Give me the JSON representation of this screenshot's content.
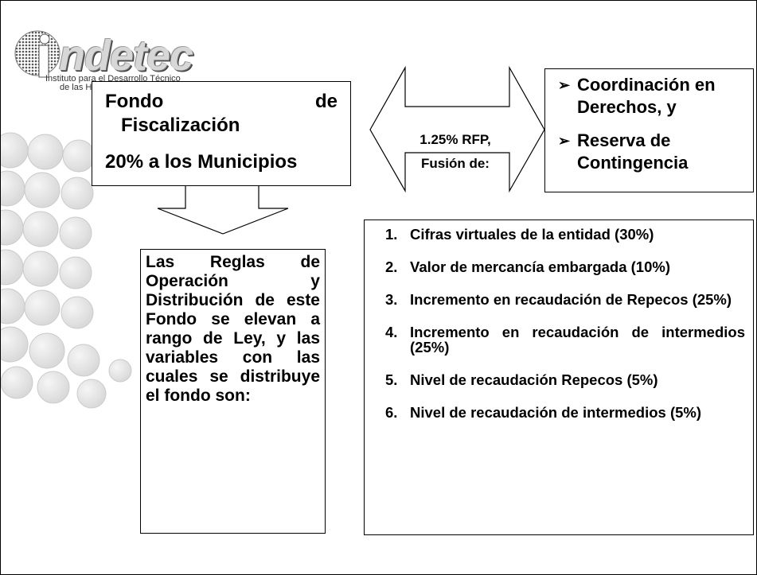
{
  "logo": {
    "wordmark": "ndetec",
    "subtitle_line1": "Instituto para el Desarrollo Técnico",
    "subtitle_line2": "de las Haciendas Públicas"
  },
  "fondo": {
    "line1_left": "Fondo",
    "line1_right": "de",
    "line2": "Fiscalización",
    "line3": "20% a los Municipios"
  },
  "arrow": {
    "line1": "1.25% RFP,",
    "line2": "Fusión de:"
  },
  "coordination": {
    "items": [
      "Coordinación en Derechos,  y",
      "Reserva de Contingencia"
    ]
  },
  "reglas": {
    "text": "Las Reglas de Operación y Distribución de este Fondo se elevan a rango de Ley, y las variables con las cuales se distribuye el fondo son:"
  },
  "variables": {
    "items": [
      {
        "num": "1.",
        "text": "Cifras virtuales de la entidad (30%)"
      },
      {
        "num": "2.",
        "text": "Valor de mercancía embargada (10%)"
      },
      {
        "num": "3.",
        "text": "Incremento en recaudación de Repecos (25%)"
      },
      {
        "num": "4.",
        "text": "Incremento en recaudación de intermedios (25%)"
      },
      {
        "num": "5.",
        "text": "Nivel de recaudación Repecos (5%)"
      },
      {
        "num": "6.",
        "text": "Nivel de recaudación de intermedios (5%)"
      }
    ]
  },
  "colors": {
    "circle_fill": "#e6e6e6",
    "circle_stroke": "#c8c8c8",
    "border": "#000000"
  }
}
